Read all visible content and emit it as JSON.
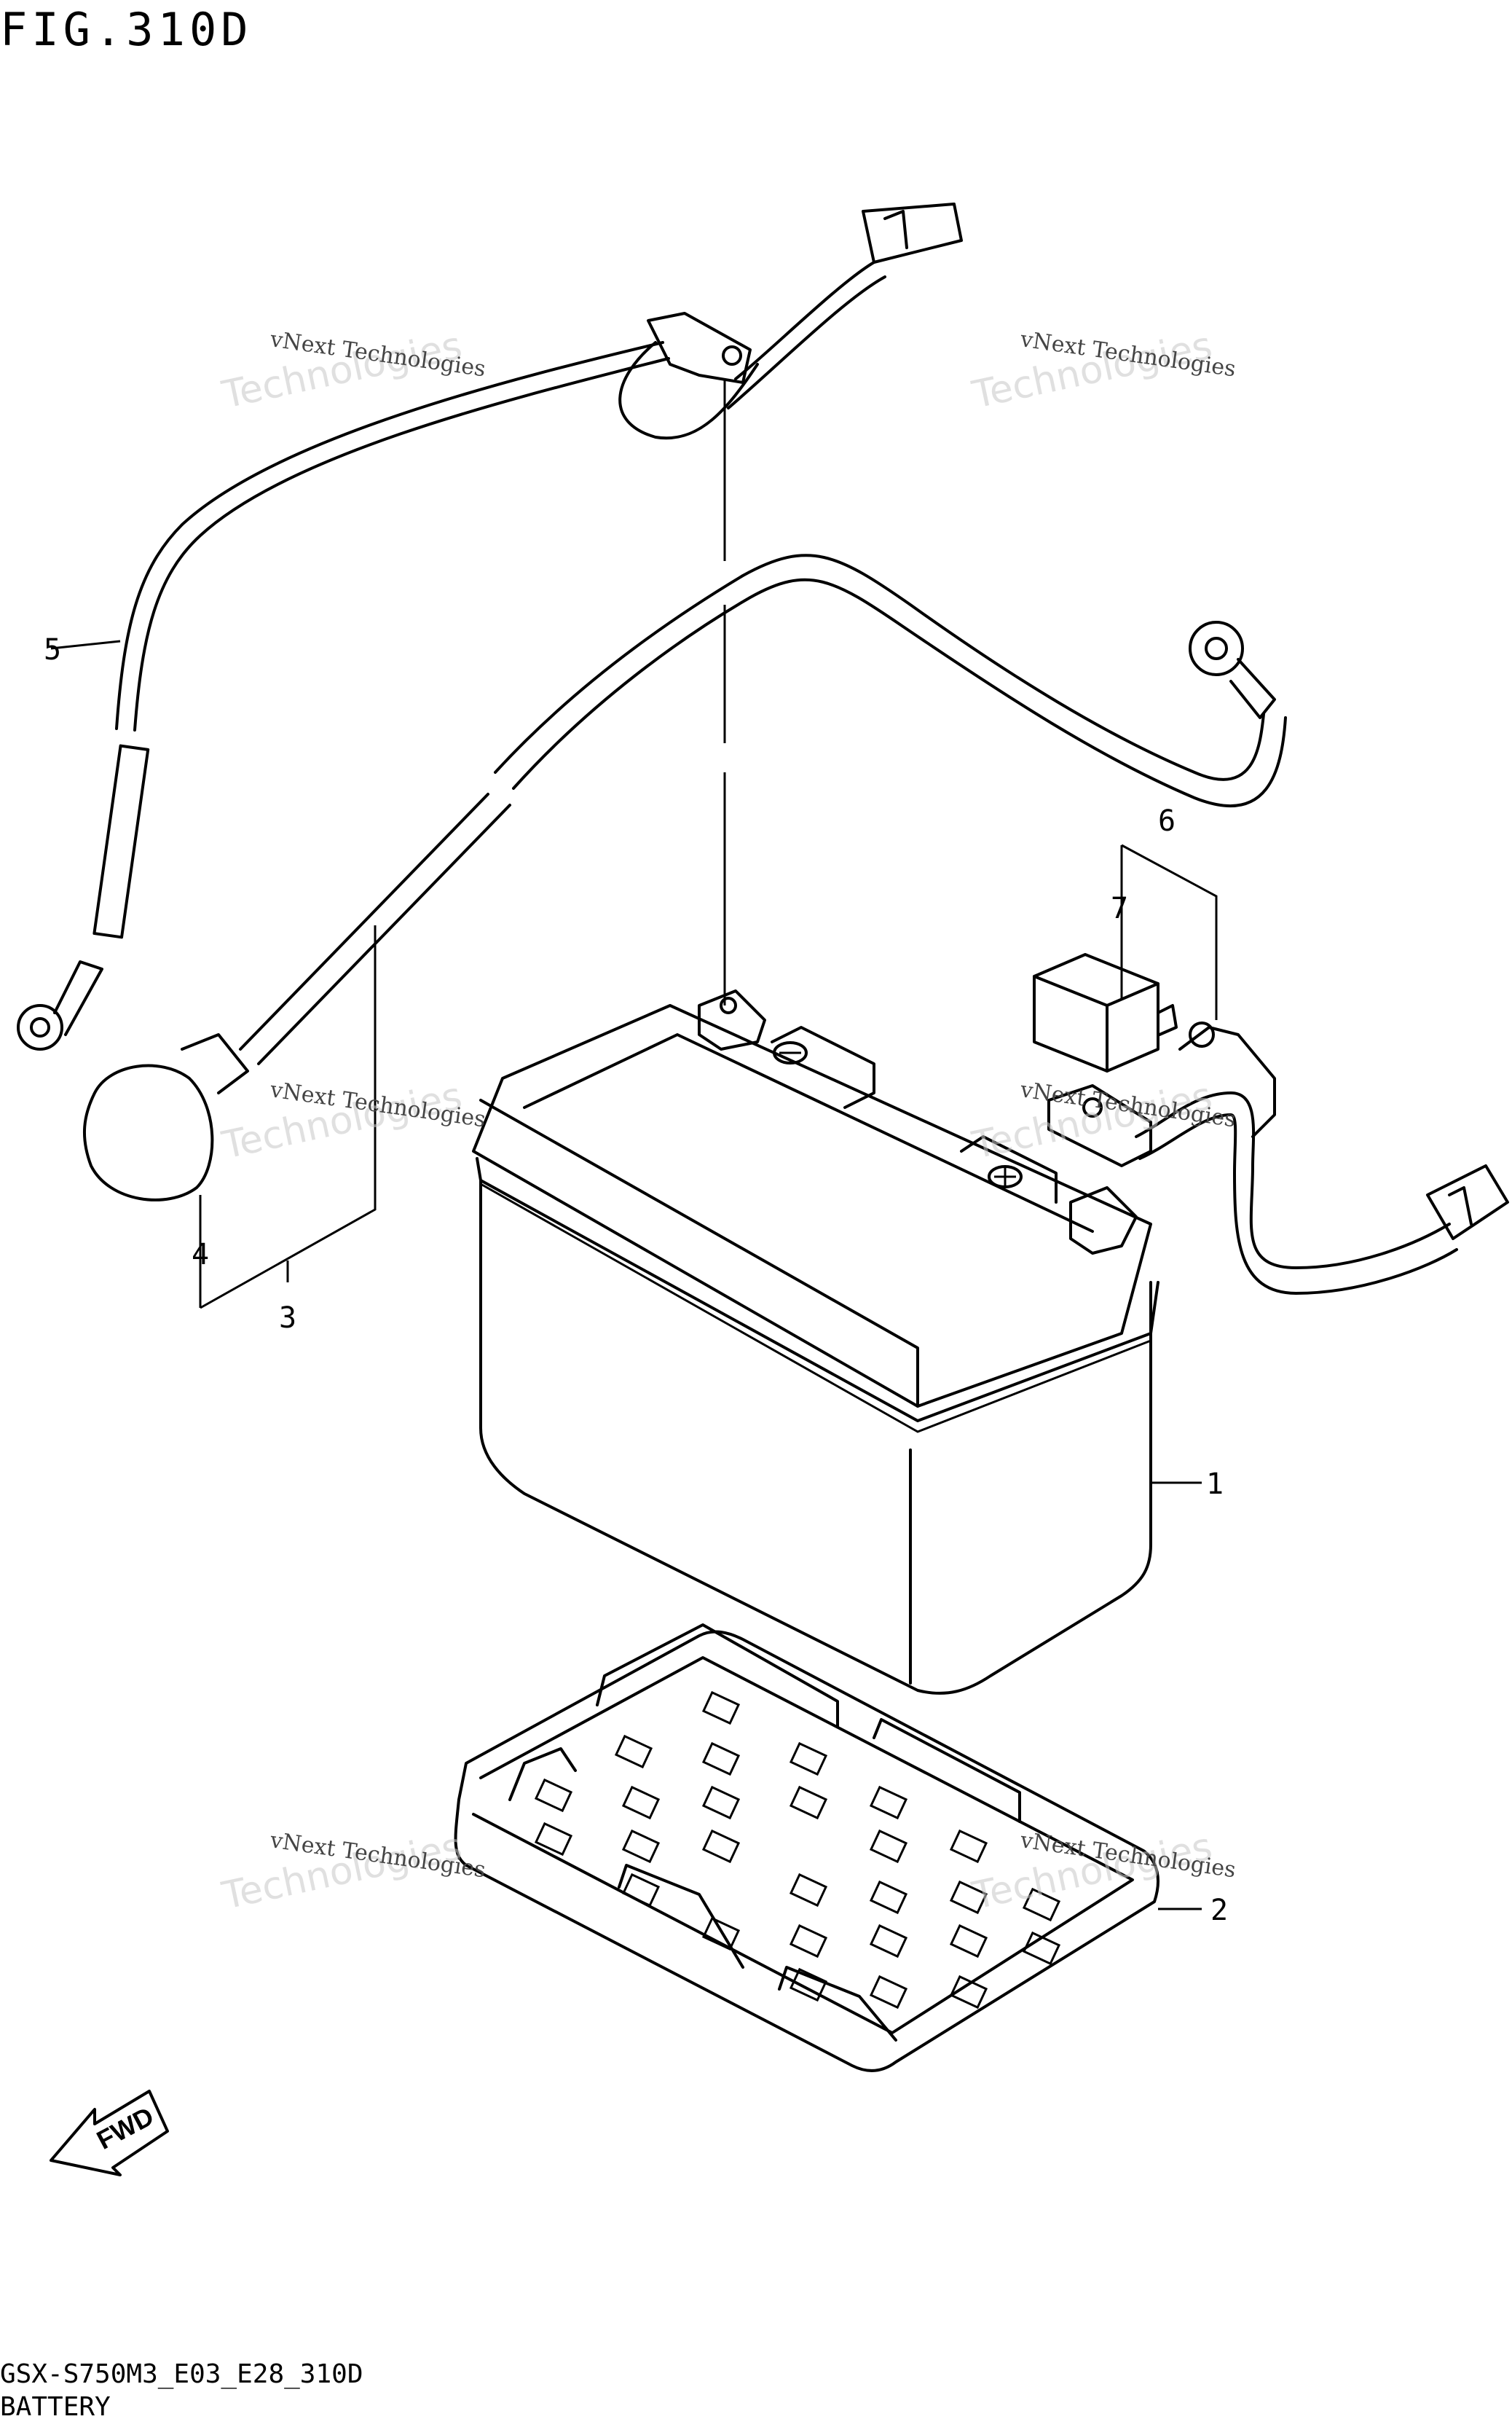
{
  "figure": {
    "title": "FIG.310D",
    "model_code": "GSX-S750M3_E03_E28_310D",
    "caption": "BATTERY",
    "direction_label": "FWD"
  },
  "callouts": [
    {
      "id": "1"
    },
    {
      "id": "2"
    },
    {
      "id": "3"
    },
    {
      "id": "4"
    },
    {
      "id": "5"
    },
    {
      "id": "6"
    },
    {
      "id": "7"
    }
  ],
  "watermark": {
    "line1": "vNext Technologies",
    "line2": "Technologies"
  }
}
